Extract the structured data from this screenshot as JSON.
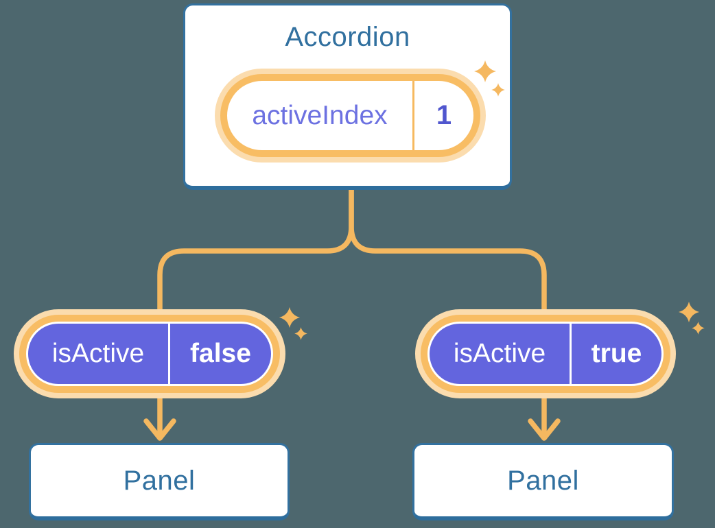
{
  "canvas": {
    "background": "#4D676E"
  },
  "colors": {
    "accent_orange": "#F5B860",
    "pill_ring": "#F8BD64",
    "pill_glow": "#FBDCAE",
    "purple_fill": "#6365DE",
    "blue_text": "#31709F",
    "card_border": "#33719F",
    "card_border_bottom": "#2E6D9C",
    "state_label_color": "#6C71E1",
    "state_value_color": "#5056CE"
  },
  "accordion": {
    "title": "Accordion",
    "state_pill": {
      "label": "activeIndex",
      "value": "1"
    }
  },
  "children": [
    {
      "prop_pill": {
        "label": "isActive",
        "value": "false"
      },
      "panel": {
        "title": "Panel"
      }
    },
    {
      "prop_pill": {
        "label": "isActive",
        "value": "true"
      },
      "panel": {
        "title": "Panel"
      }
    }
  ],
  "icons": {
    "sparkle": "four-point-star",
    "arrow": "down-chevron-arrow"
  }
}
